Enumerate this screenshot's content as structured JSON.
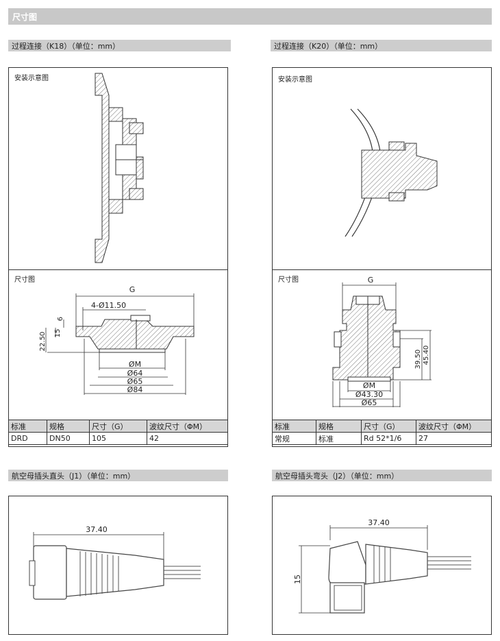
{
  "header": {
    "title": "尺寸图"
  },
  "k18": {
    "title": "过程连接（K18）（单位：mm）",
    "install_label": "安装示意图",
    "dim_label": "尺寸图",
    "dims": {
      "g": "G",
      "holes": "4-Ø11.50",
      "d6": "6",
      "d15": "15",
      "d2250": "22.50",
      "phi_m": "ØM",
      "phi64": "Ø64",
      "phi65": "Ø65",
      "phi84": "Ø84"
    },
    "table": {
      "headers": [
        "标准",
        "规格",
        "尺寸（G）",
        "波纹尺寸（ΦM）"
      ],
      "row": [
        "DRD",
        "DN50",
        "105",
        "42"
      ]
    }
  },
  "k20": {
    "title": "过程连接（K20）（单位：mm）",
    "install_label": "安装示意图",
    "dim_label": "尺寸图",
    "dims": {
      "g": "G",
      "d3950": "39.50",
      "d4540": "45.40",
      "phi_m": "ØM",
      "phi4330": "Ø43.30",
      "phi65": "Ø65"
    },
    "table": {
      "headers": [
        "标准",
        "规格",
        "尺寸（G）",
        "波纹尺寸（ΦM）"
      ],
      "row": [
        "常规",
        "标准",
        "Rd 52*1/6",
        "27"
      ]
    }
  },
  "j1": {
    "title": "航空母插头直头（J1）（单位：mm）",
    "dim": "37.40"
  },
  "j2": {
    "title": "航空母插头弯头（J2）（单位：mm）",
    "dim_w": "37.40",
    "dim_h": "15"
  }
}
